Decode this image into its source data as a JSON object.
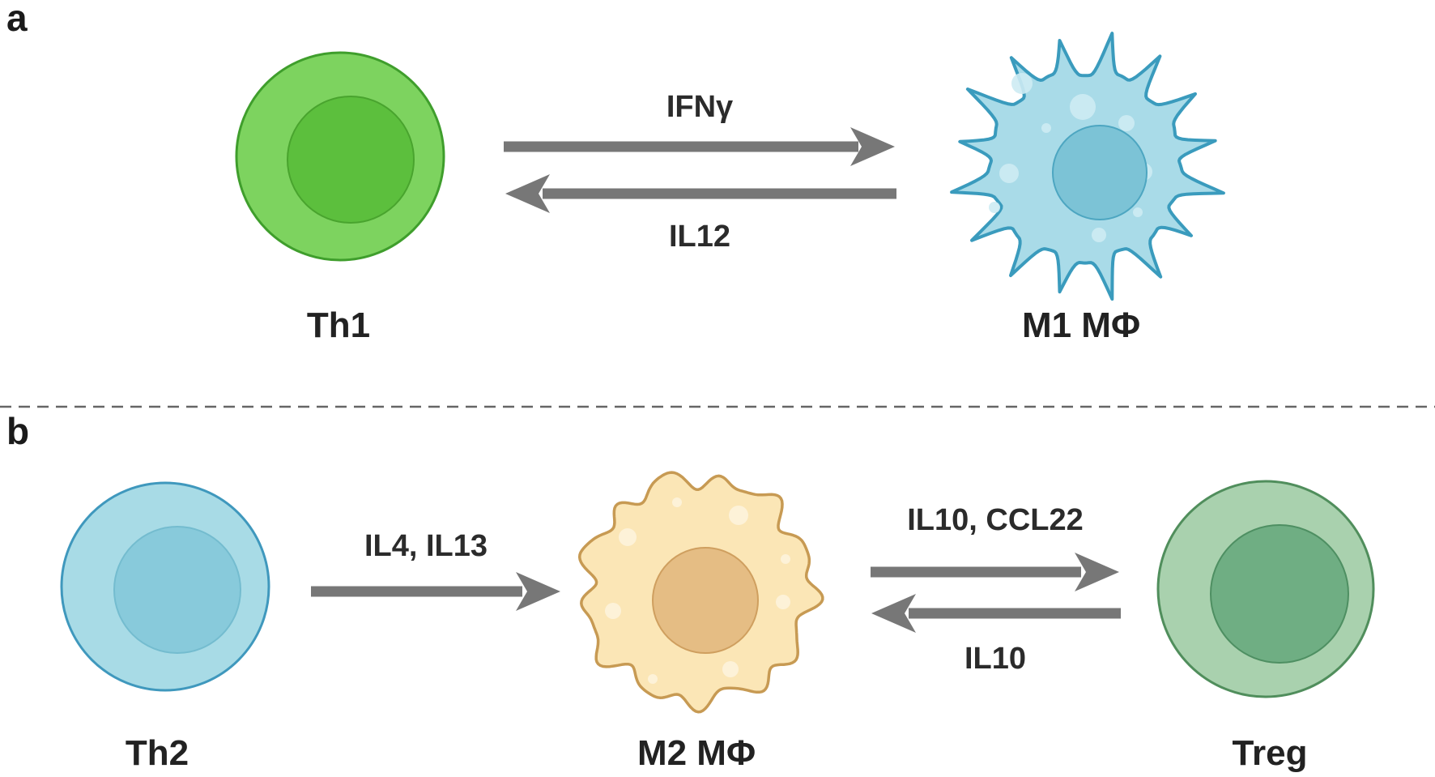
{
  "panels": {
    "a": {
      "letter": "a",
      "cells": {
        "th1": "Th1",
        "m1": "M1 MΦ"
      },
      "signals": {
        "forward": "IFNγ",
        "backward": "IL12"
      }
    },
    "b": {
      "letter": "b",
      "cells": {
        "th2": "Th2",
        "m2": "M2 MΦ",
        "treg": "Treg"
      },
      "signals": {
        "th2_to_m2": "IL4, IL13",
        "m2_to_treg": "IL10, CCL22",
        "treg_to_m2": "IL10"
      }
    }
  },
  "colors": {
    "th1_outer": "#7dd35f",
    "th1_inner": "#5cbf3d",
    "m1_body": "#a9dbe8",
    "m1_nucleus": "#7cc3d6",
    "th2_outer": "#a8dbe6",
    "th2_inner": "#88cadb",
    "m2_body": "#fbe6b6",
    "m2_nucleus": "#e5bd84",
    "treg_outer": "#a9d1ae",
    "treg_inner": "#6fae83",
    "arrow": "#777777"
  },
  "icons": {
    "th1": "lymphocyte-cell-icon",
    "m1": "spiky-macrophage-icon",
    "th2": "lymphocyte-cell-icon",
    "m2": "ruffled-macrophage-icon",
    "treg": "lymphocyte-cell-icon"
  }
}
